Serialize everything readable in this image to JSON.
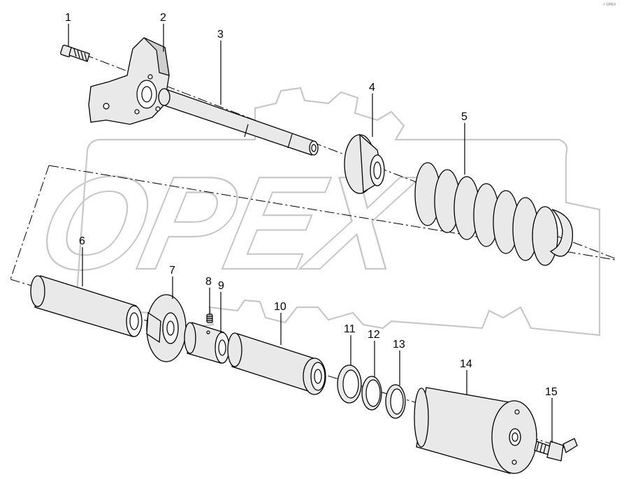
{
  "watermark": {
    "text": "OPEX"
  },
  "corner_mark": "↗ OPEX",
  "callouts": [
    "1",
    "2",
    "3",
    "4",
    "5",
    "6",
    "7",
    "8",
    "9",
    "10",
    "11",
    "12",
    "13",
    "14",
    "15"
  ],
  "colors": {
    "line": "#000000",
    "part_fill": "#e9e9e9",
    "watermark": "#c8c8c8"
  }
}
